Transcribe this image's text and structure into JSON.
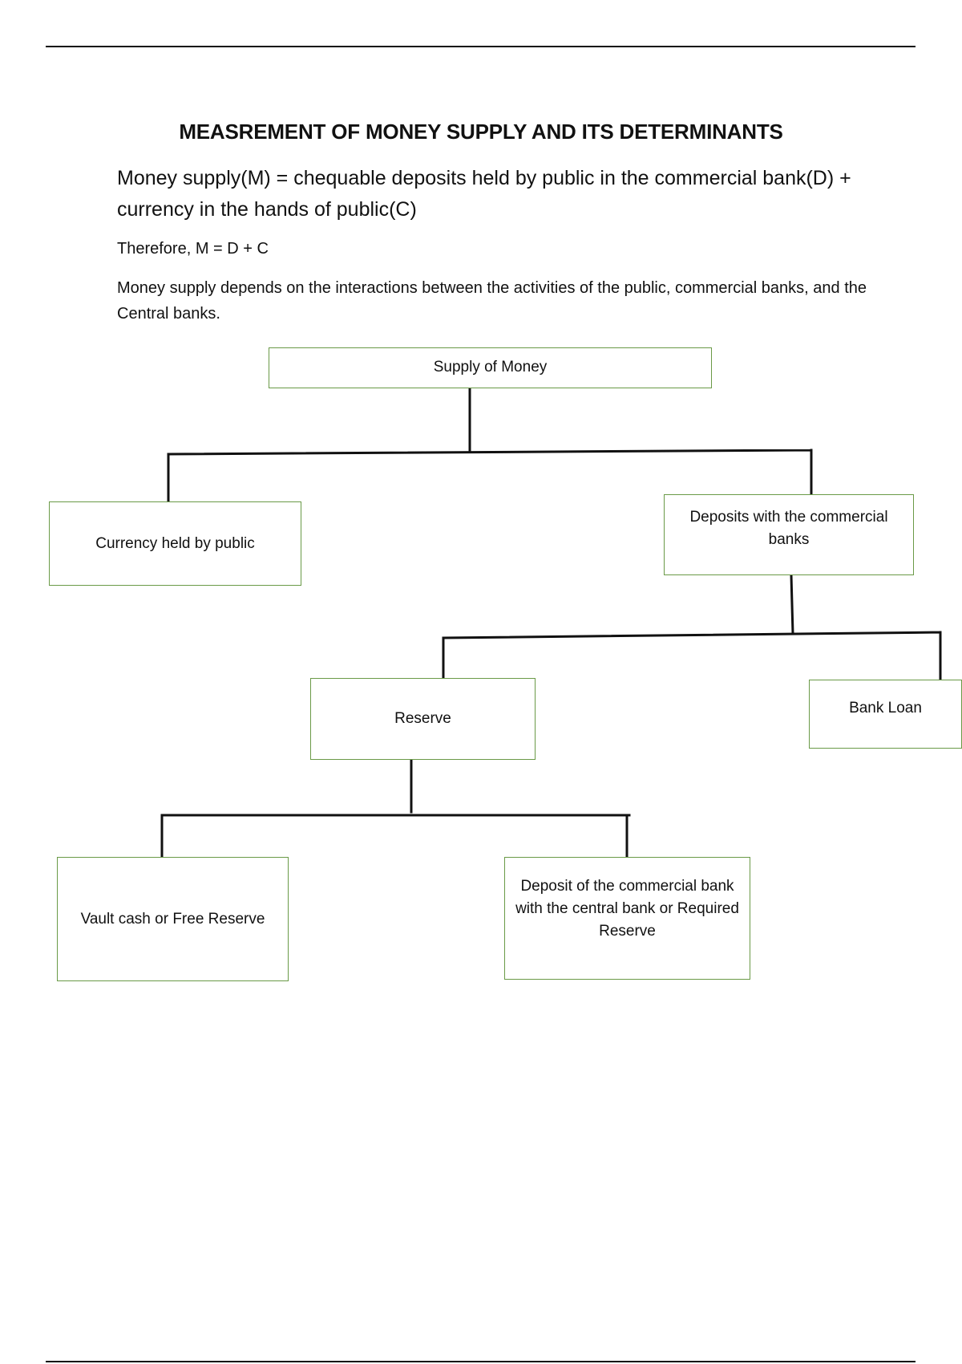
{
  "document": {
    "title": "MEASREMENT OF MONEY SUPPLY AND ITS DETERMINANTS",
    "definition": "Money supply(M) = chequable deposits held by public in the commercial bank(D) + currency in the hands of public(C)",
    "formula": "Therefore, M = D + C",
    "explanation": "Money supply depends on the interactions between the activities of the public, commercial banks, and the Central banks."
  },
  "diagram": {
    "root": "Supply of Money",
    "currency": "Currency held by public",
    "deposits": "Deposits with the commercial banks",
    "reserve": "Reserve",
    "bank_loan": "Bank Loan",
    "vault_cash": "Vault cash or Free Reserve",
    "required_reserve": "Deposit of the commercial bank with the central bank or Required Reserve"
  }
}
